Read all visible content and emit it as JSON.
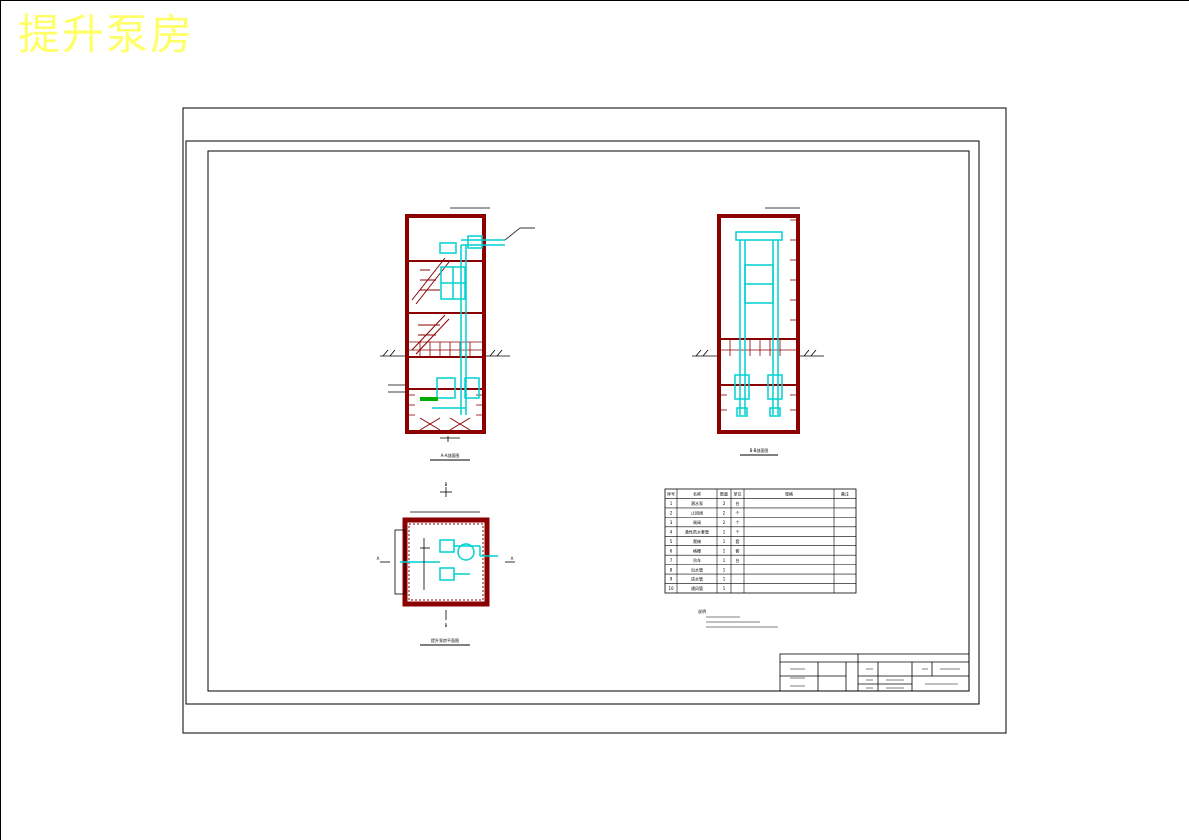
{
  "page": {
    "title": "提升泵房"
  },
  "colors": {
    "background": "#ffffff",
    "title": "#ffff66",
    "wall": "#8b0000",
    "pipe": "#00d0d0",
    "frame": "#000000",
    "soil": "#00aa00"
  },
  "drawing": {
    "views": [
      {
        "id": "section-a",
        "caption": "A-A剖面图"
      },
      {
        "id": "section-b",
        "caption": "B-B剖面图"
      },
      {
        "id": "plan",
        "caption": "提升泵房平面图"
      }
    ],
    "markers": {
      "section_a_left": "A",
      "section_a_right": "A",
      "section_b_top": "B",
      "section_b_bottom": "B"
    },
    "equipment_table": {
      "headers": [
        "序号",
        "名称",
        "数量",
        "单位",
        "规格",
        "备注"
      ],
      "rows": [
        [
          "1",
          "潜水泵",
          "2",
          "台",
          "",
          ""
        ],
        [
          "2",
          "止回阀",
          "2",
          "个",
          "",
          ""
        ],
        [
          "3",
          "闸阀",
          "2",
          "个",
          "",
          ""
        ],
        [
          "4",
          "柔性防水套管",
          "1",
          "个",
          "",
          ""
        ],
        [
          "5",
          "爬梯",
          "1",
          "套",
          "",
          ""
        ],
        [
          "6",
          "格栅",
          "1",
          "套",
          "",
          ""
        ],
        [
          "7",
          "吊车",
          "1",
          "台",
          "",
          ""
        ],
        [
          "8",
          "出水管",
          "1",
          "",
          "",
          ""
        ],
        [
          "9",
          "进水管",
          "1",
          "",
          "",
          ""
        ],
        [
          "10",
          "通风管",
          "1",
          "",
          "",
          ""
        ]
      ]
    },
    "notes_heading": "说明"
  }
}
